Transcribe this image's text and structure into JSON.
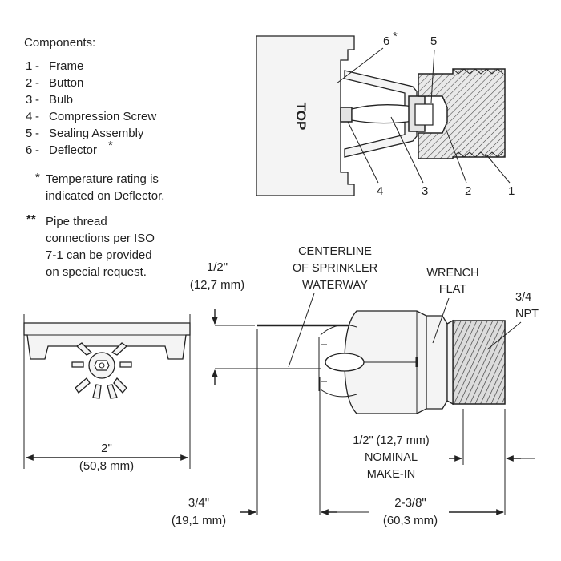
{
  "legend": {
    "heading": "Components:",
    "items": [
      {
        "num": "1",
        "label": "Frame"
      },
      {
        "num": "2",
        "label": "Button"
      },
      {
        "num": "3",
        "label": "Bulb"
      },
      {
        "num": "4",
        "label": "Compression Screw"
      },
      {
        "num": "5",
        "label": "Sealing Assembly"
      },
      {
        "num": "6",
        "label": "Deflector"
      }
    ],
    "deflector_mark": "*",
    "note1_mark": "*",
    "note1": [
      "Temperature rating is",
      "indicated on Deflector."
    ],
    "note2_mark": "**",
    "note2": [
      "Pipe thread",
      "connections per ISO",
      "7-1 can be provided",
      "on special request."
    ]
  },
  "callouts": {
    "top": "TOP",
    "n6": "6",
    "n6_mark": "*",
    "n5": "5",
    "n4": "4",
    "n3": "3",
    "n2": "2",
    "n1": "1"
  },
  "dimensions": {
    "half_inch": "1/2\"",
    "half_mm": "(12,7 mm)",
    "centerline": [
      "CENTERLINE",
      "OF SPRINKLER",
      "WATERWAY"
    ],
    "wrench": [
      "WRENCH",
      "FLAT"
    ],
    "thread": [
      "3/4",
      "NPT"
    ],
    "width_in": "2\"",
    "width_mm": "(50,8 mm)",
    "makein": [
      "1/2\" (12,7 mm)",
      "NOMINAL",
      "MAKE-IN"
    ],
    "d34_in": "3/4\"",
    "d34_mm": "(19,1 mm)",
    "d238_in": "2-3/8\"",
    "d238_mm": "(60,3 mm)"
  }
}
